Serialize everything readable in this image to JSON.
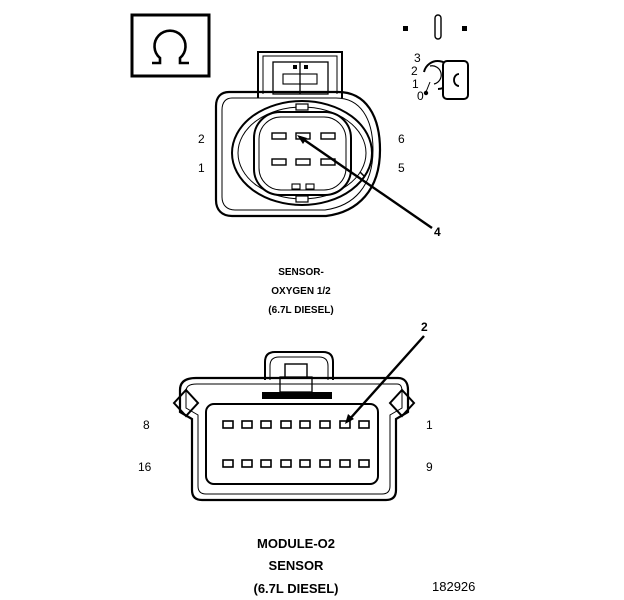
{
  "connector1": {
    "pin_labels": {
      "p2": "2",
      "p1": "1",
      "p6": "6",
      "p5": "5",
      "p4": "4"
    },
    "caption": [
      "SENSOR-",
      "OXYGEN 1/2",
      "(6.7L DIESEL)"
    ],
    "position_key": {
      "l3": "3",
      "l2": "2",
      "l1": "1",
      "l0": "0"
    }
  },
  "connector2": {
    "pin_labels": {
      "p2": "2",
      "p8": "8",
      "p1": "1",
      "p16": "16",
      "p9": "9"
    },
    "caption": [
      "MODULE-O2",
      "SENSOR",
      "(6.7L DIESEL)"
    ]
  },
  "figure_number": "182926",
  "icons": [
    "omega-icon",
    "connector-position-key-icon"
  ]
}
